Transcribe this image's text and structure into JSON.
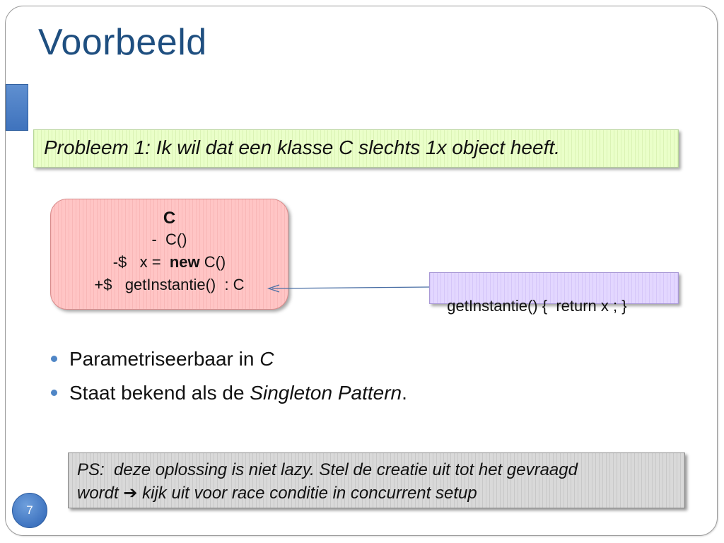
{
  "slide": {
    "title": "Voorbeeld",
    "problem": "Probleem 1: Ik wil dat een klasse C slechts 1x object heeft.",
    "uml": {
      "class_name": "C",
      "constructor": "-  C()",
      "field_prefix": "-$   x =  ",
      "field_keyword": "new",
      "field_suffix": " C()",
      "method": "+$   getInstantie()  : C"
    },
    "code_note": "getInstantie() {  return x ; }",
    "bullets": [
      {
        "text": "Parametriseerbaar in ",
        "emphasis": "C",
        "suffix": ""
      },
      {
        "text": "Staat bekend als de ",
        "emphasis": "Singleton Pattern",
        "suffix": "."
      }
    ],
    "ps": {
      "line1": "PS:  deze oplossing is niet lazy. Stel de creatie uit tot het gevraagd",
      "line2_prefix": "wordt ",
      "line2_arrow": "➔",
      "line2_suffix": " kijk uit voor race conditie in concurrent setup"
    },
    "page_number": "7"
  },
  "colors": {
    "title": "#1f4f80",
    "accent": "#3f73bd",
    "problem_bg": "#eaffc9",
    "uml_bg": "#ffc5c5",
    "code_bg": "#e3d7ff",
    "ps_bg": "#d9d9d9",
    "bullet": "#4f86c6",
    "connector": "#4a6fa5"
  }
}
